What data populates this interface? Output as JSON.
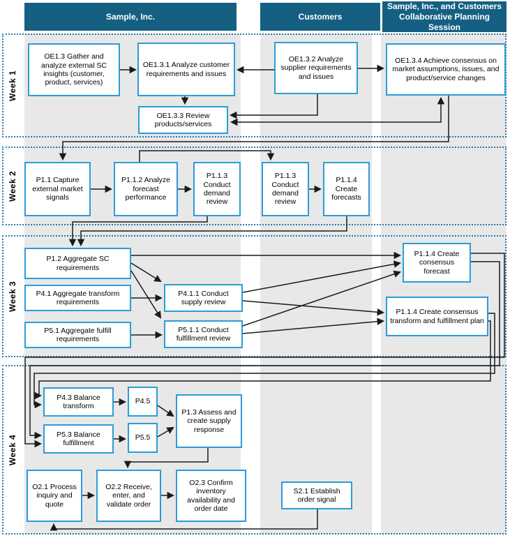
{
  "title": "Sample, Inc. and Customers collaborative planning swimlane flowchart",
  "colors": {
    "header_bg": "#156082",
    "header_text": "#ffffff",
    "box_border": "#2b9cd8",
    "box_fill": "#ffffff",
    "lane_bg": "#e8e8e8",
    "week_border": "#2878a8",
    "arrow": "#1a1a1a"
  },
  "lanes": {
    "sample": "Sample, Inc.",
    "customers": "Customers",
    "collab": "Sample, Inc., and Customers Collaborative Planning Session"
  },
  "weeks": {
    "w1": "Week 1",
    "w2": "Week 2",
    "w3": "Week 3",
    "w4": "Week 4"
  },
  "boxes": {
    "oe13": "OE1.3 Gather and analyze external SC insights (customer, product, services)",
    "oe131": "OE1.3.1 Analyze customer requirements and issues",
    "oe132": "OE1.3.2 Analyze supplier requirements and issues",
    "oe134": "OE1.3.4 Achieve consensus on market assumptions, issues, and product/service changes",
    "oe133": "OE1.3.3 Review products/services",
    "p11": "P1.1 Capture external market signals",
    "p112": "P1.1.2 Analyze forecast performance",
    "p113a": "P1.1.3 Conduct demand review",
    "p113b": "P1.1.3 Conduct demand review",
    "p114": "P1.1.4 Create forecasts",
    "p12": "P1.2 Aggregate SC requirements",
    "p41": "P4.1 Aggregate transform requirements",
    "p51": "P5.1 Aggregate fulfill requirements",
    "p411": "P4.1.1 Conduct supply review",
    "p511": "P5.1.1 Conduct fulfillment review",
    "cf": "P1.1.4 Create consensus forecast",
    "cp": "P1.1.4 Create consensus transform and fulfillment plan",
    "p43": "P4.3 Balance transform",
    "p45": "P4.5",
    "p53": "P5.3 Balance fulfillment",
    "p55": "P5.5",
    "p13": "P1.3 Assess and create supply response",
    "o21": "O2.1 Process inquiry and quote",
    "o22": "O2.2 Receive, enter, and validate order",
    "o23": "O2.3 Confirm inventory availability and order date",
    "s21": "S2.1 Establish order signal"
  },
  "edges": [
    {
      "from": "OE1.3",
      "to": "OE1.3.1"
    },
    {
      "from": "OE1.3.2",
      "to": "OE1.3.1"
    },
    {
      "from": "OE1.3.2",
      "to": "OE1.3.4"
    },
    {
      "from": "OE1.3.1",
      "to": "OE1.3.3"
    },
    {
      "from": "OE1.3.2",
      "to": "OE1.3.3"
    },
    {
      "from": "OE1.3.3",
      "to": "OE1.3.4",
      "bidirectional": true
    },
    {
      "from": "OE1.3.4",
      "to": "P1.1"
    },
    {
      "from": "P1.1",
      "to": "P1.1.2"
    },
    {
      "from": "P1.1.2",
      "to": "P1.1.3 (Sample, Inc.)"
    },
    {
      "from": "P1.1.2",
      "to": "P1.1.3 (Customers)"
    },
    {
      "from": "P1.1.3 (Customers)",
      "to": "P1.1.4 Create forecasts"
    },
    {
      "from": "P1.1.3 (Sample, Inc.)",
      "to": "P1.2"
    },
    {
      "from": "P1.1.4 Create forecasts",
      "to": "P1.2"
    },
    {
      "from": "P1.2",
      "to": "P1.1.4 Create consensus forecast"
    },
    {
      "from": "P1.2",
      "to": "P4.1.1"
    },
    {
      "from": "P1.2",
      "to": "P5.1.1"
    },
    {
      "from": "P4.1",
      "to": "P4.1.1"
    },
    {
      "from": "P5.1",
      "to": "P5.1.1"
    },
    {
      "from": "P4.1.1",
      "to": "P1.1.4 Create consensus forecast"
    },
    {
      "from": "P5.1.1",
      "to": "P1.1.4 Create consensus forecast"
    },
    {
      "from": "P4.1.1",
      "to": "P1.1.4 Create consensus transform and fulfillment plan"
    },
    {
      "from": "P5.1.1",
      "to": "P1.1.4 Create consensus transform and fulfillment plan"
    },
    {
      "from": "P1.1.4 Create consensus forecast",
      "to": "P5.3"
    },
    {
      "from": "P1.1.4 Create consensus forecast",
      "to": "P5.3"
    },
    {
      "from": "P1.1.4 Create consensus transform and fulfillment plan",
      "to": "P4.3"
    },
    {
      "from": "P1.1.4 Create consensus transform and fulfillment plan",
      "to": "P4.3"
    },
    {
      "from": "P4.3",
      "to": "P4.5"
    },
    {
      "from": "P5.3",
      "to": "P5.5"
    },
    {
      "from": "P4.5",
      "to": "P1.3"
    },
    {
      "from": "P5.5",
      "to": "P1.3"
    },
    {
      "from": "P1.3",
      "to": "O2.2"
    },
    {
      "from": "O2.1",
      "to": "O2.2"
    },
    {
      "from": "O2.2",
      "to": "O2.3"
    },
    {
      "from": "S2.1",
      "to": "O2.1"
    }
  ]
}
